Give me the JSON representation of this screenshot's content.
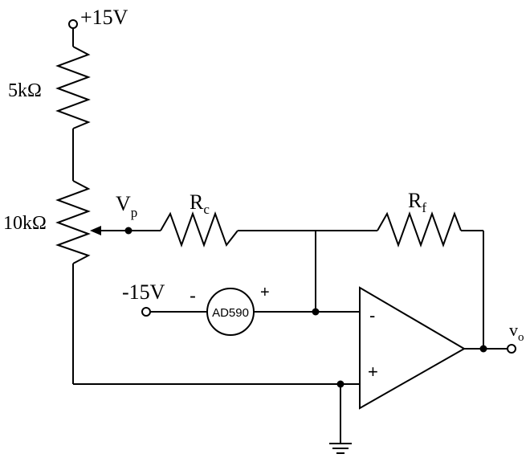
{
  "supply": {
    "positive": "+15V",
    "negative": "-15V"
  },
  "resistors": {
    "top": "5kΩ",
    "pot": "10kΩ",
    "rc": {
      "main": "R",
      "sub": "c"
    },
    "rf": {
      "main": "R",
      "sub": "f"
    }
  },
  "nodes": {
    "vp": {
      "main": "V",
      "sub": "p"
    },
    "vo": {
      "main": "v",
      "sub": "o"
    }
  },
  "sensor": {
    "label": "AD590",
    "minus": "-",
    "plus": "+"
  },
  "opamp": {
    "inverting": "-",
    "noninverting": "+"
  }
}
